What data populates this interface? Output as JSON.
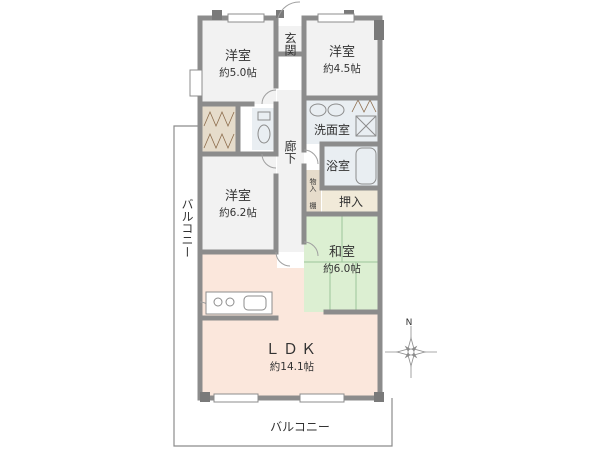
{
  "rooms": {
    "yoshitsu_nw": {
      "name": "洋室",
      "area": "約5.0帖"
    },
    "yoshitsu_ne": {
      "name": "洋室",
      "area": "約4.5帖"
    },
    "yoshitsu_w": {
      "name": "洋室",
      "area": "約6.2帖"
    },
    "washitsu": {
      "name": "和室",
      "area": "約6.0帖"
    },
    "ldk": {
      "name": "ＬＤＫ",
      "area": "約14.1帖"
    },
    "genkan": {
      "name": "玄関"
    },
    "rouka": {
      "name": "廊下"
    },
    "senmenshitsu": {
      "name": "洗面室"
    },
    "yokushitsu": {
      "name": "浴室"
    },
    "oshiire": {
      "name": "押入"
    },
    "monoire": {
      "name": "物入"
    },
    "tana": {
      "name": "棚"
    }
  },
  "balconies": {
    "side": {
      "name": "バルコニー"
    },
    "bottom": {
      "name": "バルコニー"
    }
  },
  "compass": {
    "label": "N"
  },
  "colors": {
    "wall": "#8c8c8c",
    "room_fill": "#f2f2f2",
    "ldk_fill": "#fbe7dc",
    "tatami_fill": "#dcefd2",
    "tatami_line": "#9cc59a",
    "wet_fill": "#e9eef2",
    "storage_fill": "#e6dccb",
    "oshiire_fill": "#f1ead9"
  }
}
